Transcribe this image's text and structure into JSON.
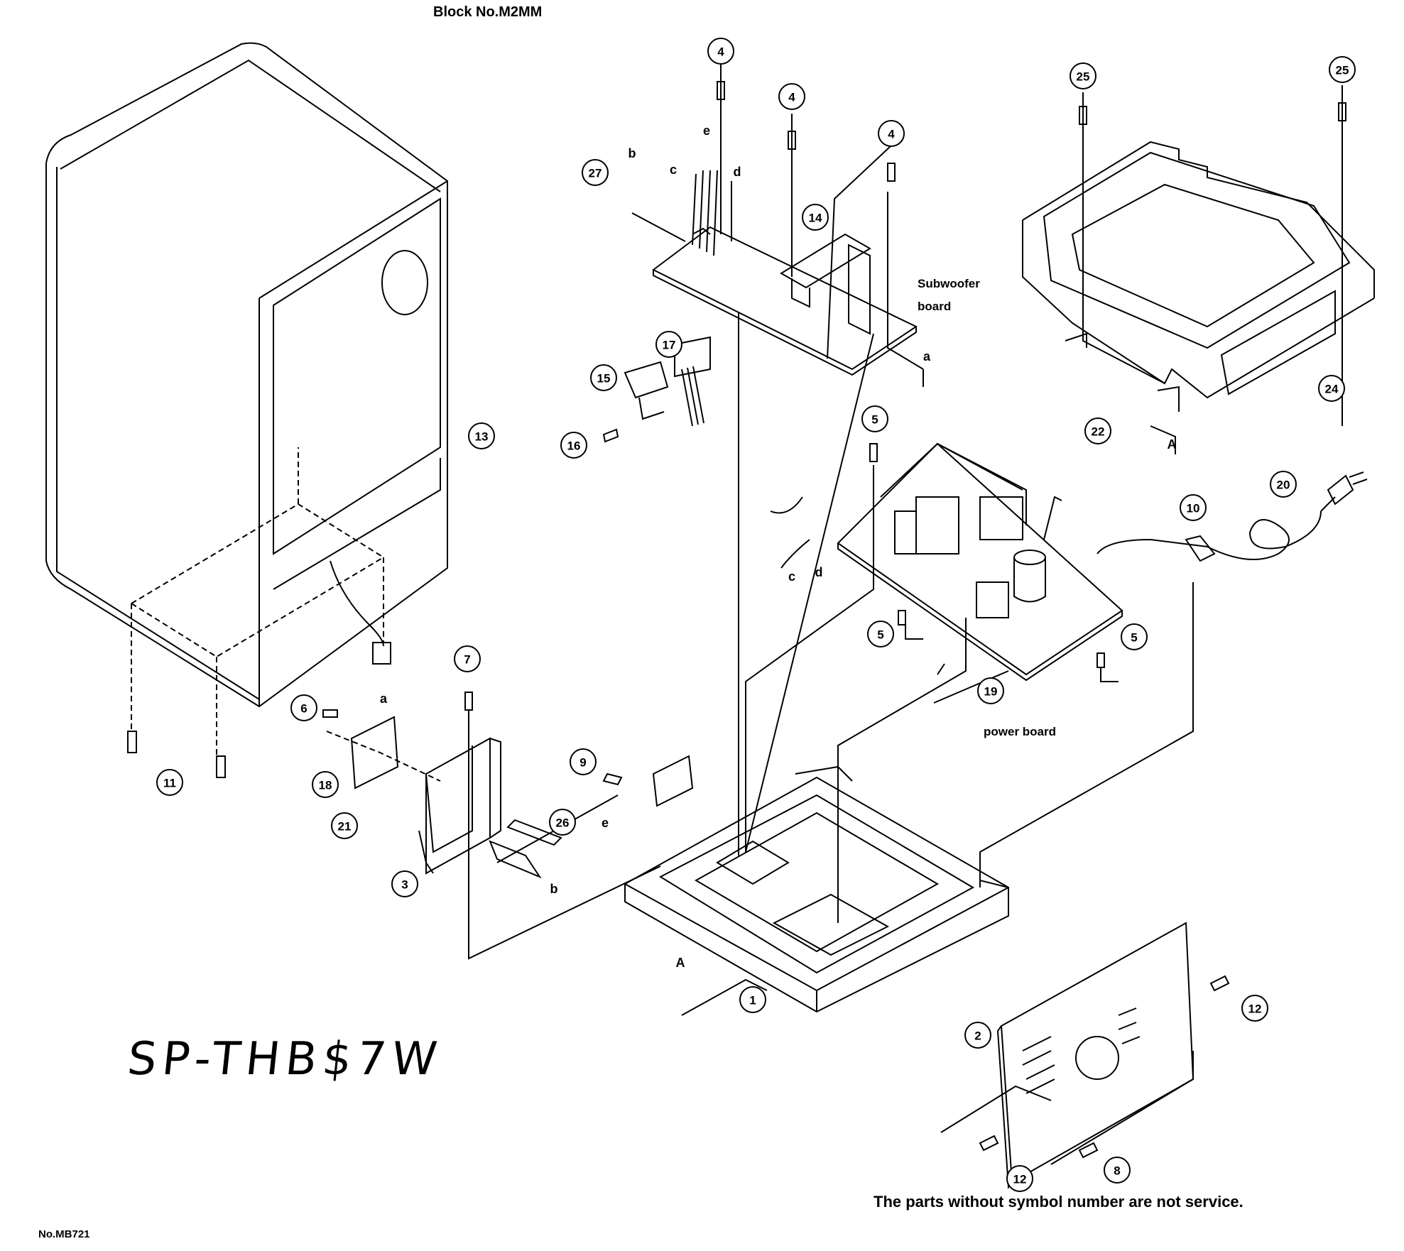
{
  "header": {
    "block_title": "Block No.M2MM"
  },
  "footer": {
    "doc_number": "No.MB721",
    "note": "The parts without symbol number are not service."
  },
  "handwritten_mark": "SP-THB$7W",
  "board_labels": {
    "subwoofer_line1": "Subwoofer",
    "subwoofer_line2": "board",
    "power": "power board"
  },
  "callouts": [
    "1",
    "2",
    "3",
    "4",
    "4",
    "4",
    "5",
    "5",
    "5",
    "6",
    "7",
    "8",
    "9",
    "10",
    "11",
    "12",
    "12",
    "13",
    "14",
    "15",
    "16",
    "17",
    "18",
    "19",
    "20",
    "21",
    "22",
    "24",
    "25",
    "25",
    "26",
    "27"
  ],
  "connection_letters": [
    "a",
    "a",
    "b",
    "b",
    "c",
    "c",
    "d",
    "d",
    "e",
    "e",
    "A",
    "A"
  ],
  "colors": {
    "ink": "#000000",
    "paper": "#ffffff"
  }
}
